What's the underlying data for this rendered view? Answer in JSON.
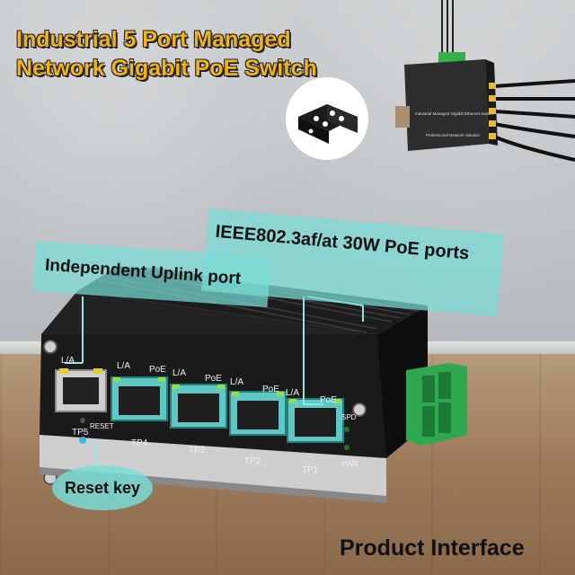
{
  "headline": {
    "line1": "Industrial 5 Port Managed",
    "line2": "Network Gigabit PoE Switch"
  },
  "callouts": {
    "poe_line1": "IEEE802.3af/at 30W PoE ports",
    "uplink": "Independent Uplink port",
    "reset": "Reset key"
  },
  "footer": {
    "title": "Product Interface"
  },
  "mini_device": {
    "label_line1": "Industrial Managed Gigabit Ethernet Switch",
    "label_line2": "Professional Network Solution"
  },
  "device_labels": {
    "uplink_la": "L/A",
    "tp5": "TP5",
    "reset": "RESET",
    "ports": [
      {
        "la": "L/A",
        "poe": "PoE",
        "name": "TP4"
      },
      {
        "la": "L/A",
        "poe": "PoE",
        "name": "TP3"
      },
      {
        "la": "L/A",
        "poe": "PoE",
        "name": "TP2"
      },
      {
        "la": "L/A",
        "poe": "PoE",
        "name": "TP1"
      }
    ],
    "spd": "SPD",
    "pwr": "PWR"
  },
  "colors": {
    "headline": "#f2b21b",
    "callout": "#78dcd7",
    "port_teal": "#5ec8c4",
    "terminal_green": "#2fa84f"
  }
}
